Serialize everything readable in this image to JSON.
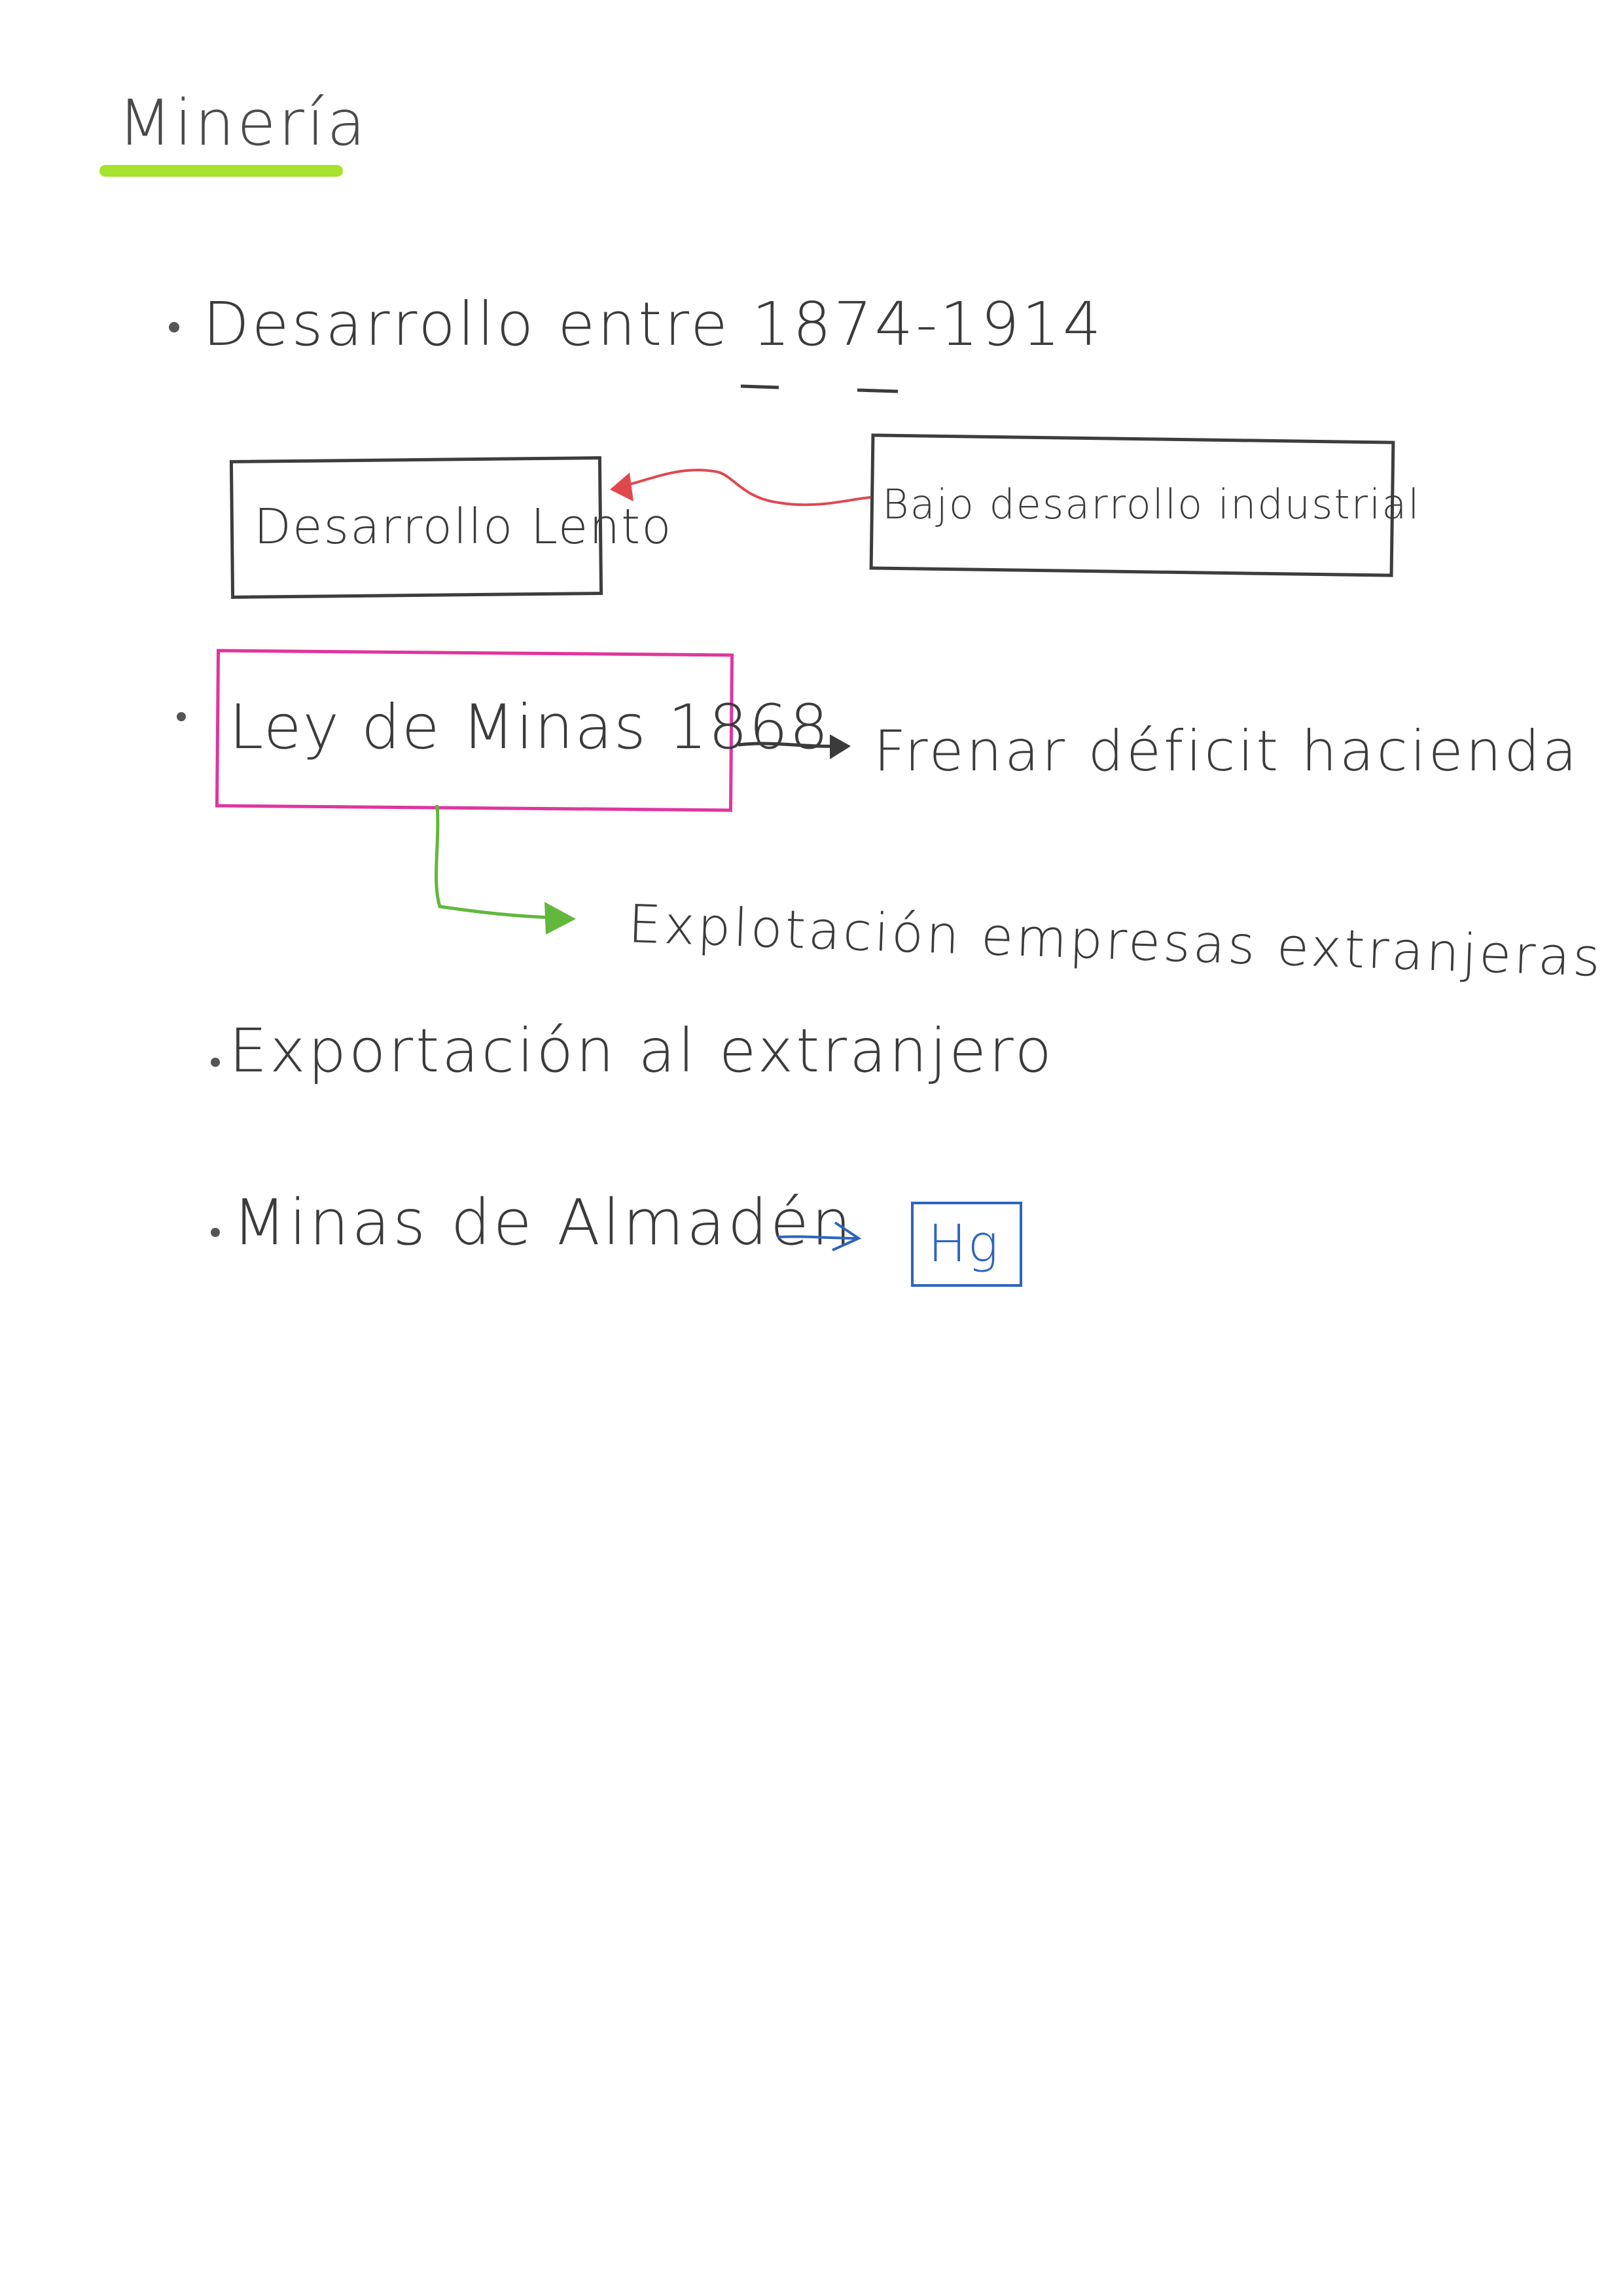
{
  "title": "Minería",
  "colors": {
    "ink": "#3b3b3b",
    "highlight_green": "#a6e22e",
    "box_magenta": "#e0359e",
    "arrow_red": "#e0484e",
    "arrow_green": "#62b83c",
    "box_blue": "#2d64c0"
  },
  "bullets": {
    "development": {
      "text": "Desarrollo entre 1874-1914"
    },
    "slow_box": "Desarrollo Lento",
    "low_industry_box": "Bajo desarrollo industrial",
    "mining_law_box": "Ley de Minas 1868",
    "brake_text": "Frenar déficit hacienda",
    "exploitation_text": "Explotación empresas extranjeras",
    "export": "Exportación al extranjero",
    "almaden": "Minas de Almadén",
    "mercury_box": "Hg"
  }
}
